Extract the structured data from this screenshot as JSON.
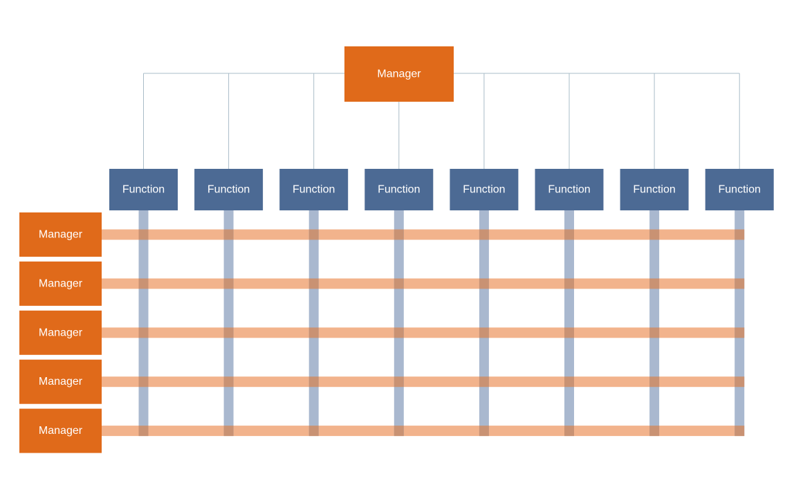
{
  "colors": {
    "manager_fill": "#E06A1A",
    "function_fill": "#4C6A94",
    "connector_line": "#A9BCC8",
    "row_band": "#F2B38C",
    "column_band": "#A9B8CF",
    "band_intersection": "#C99273",
    "label_text": "#FFFFFF"
  },
  "top_manager": {
    "label": "Manager"
  },
  "functions": [
    {
      "label": "Function"
    },
    {
      "label": "Function"
    },
    {
      "label": "Function"
    },
    {
      "label": "Function"
    },
    {
      "label": "Function"
    },
    {
      "label": "Function"
    },
    {
      "label": "Function"
    },
    {
      "label": "Function"
    }
  ],
  "row_managers": [
    {
      "label": "Manager"
    },
    {
      "label": "Manager"
    },
    {
      "label": "Manager"
    },
    {
      "label": "Manager"
    },
    {
      "label": "Manager"
    }
  ]
}
